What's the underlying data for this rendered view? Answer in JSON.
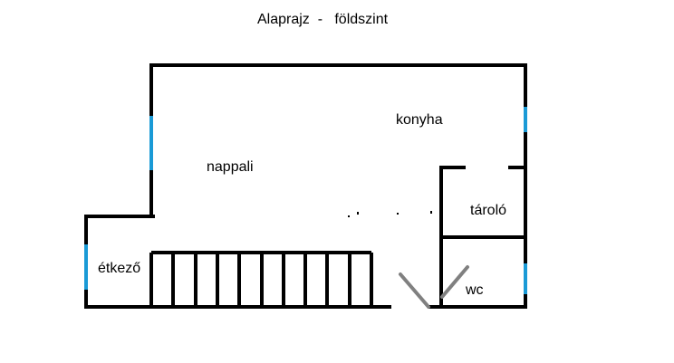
{
  "title": "Alaprajz  -   földszint",
  "rooms": {
    "nappali": "nappali",
    "konyha": "konyha",
    "taroló": "tároló",
    "etkezo": "étkező",
    "wc": "wc"
  },
  "colors": {
    "wall": "#000000",
    "window": "#1a9ad6",
    "door": "#808080"
  },
  "stairs": {
    "step_count": 10
  }
}
